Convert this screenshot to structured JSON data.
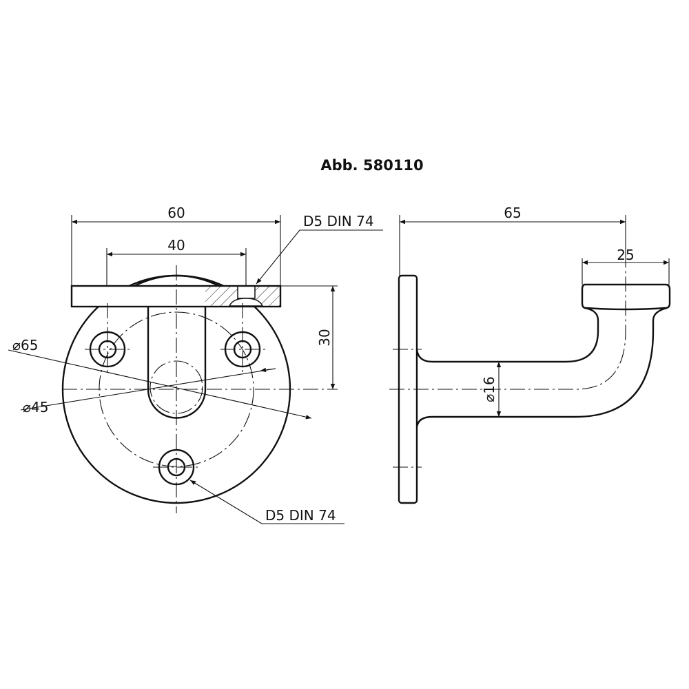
{
  "title": "Abb. 580110",
  "front_view": {
    "dim_overall_width": "60",
    "dim_hole_spacing": "40",
    "dim_height": "30",
    "dim_outer_diameter": "⌀65",
    "dim_bolt_circle": "⌀45",
    "screw_callout_top": "D5 DIN 74",
    "screw_callout_bottom": "D5 DIN 74"
  },
  "side_view": {
    "dim_projection": "65",
    "dim_cap_width": "25",
    "dim_arm_diameter": "⌀16"
  }
}
